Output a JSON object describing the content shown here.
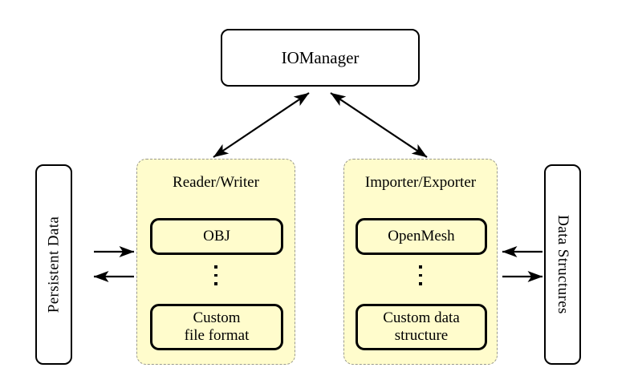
{
  "diagram": {
    "title_node": {
      "label": "IOManager"
    },
    "left_endpoint": {
      "label": "Persistent Data"
    },
    "right_endpoint": {
      "label": "Data Structures"
    },
    "groups": [
      {
        "title": "Reader/Writer",
        "modules": [
          {
            "label": "OBJ"
          },
          {
            "label": "Custom\nfile format"
          }
        ],
        "ellipsis": "⋮"
      },
      {
        "title": "Importer/Exporter",
        "modules": [
          {
            "label": "OpenMesh"
          },
          {
            "label": "Custom data\nstructure"
          }
        ],
        "ellipsis": "⋮"
      }
    ],
    "connections": [
      {
        "name": "iomanager-to-reader-writer",
        "from": "IOManager",
        "to": "Reader/Writer",
        "style": "double-headed-diagonal"
      },
      {
        "name": "iomanager-to-importer-exporter",
        "from": "IOManager",
        "to": "Importer/Exporter",
        "style": "double-headed-diagonal"
      },
      {
        "name": "persistent-data-to-reader-writer",
        "from": "Persistent Data",
        "to": "Reader/Writer",
        "style": "single-headed-right"
      },
      {
        "name": "reader-writer-to-persistent-data",
        "from": "Reader/Writer",
        "to": "Persistent Data",
        "style": "single-headed-left"
      },
      {
        "name": "data-structures-to-importer-exporter",
        "from": "Data Structures",
        "to": "Importer/Exporter",
        "style": "single-headed-left"
      },
      {
        "name": "importer-exporter-to-data-structures",
        "from": "Importer/Exporter",
        "to": "Data Structures",
        "style": "single-headed-right"
      }
    ],
    "colors": {
      "panel_fill": "#fffccc",
      "panel_border": "#9a9a8e",
      "node_border": "#000000",
      "node_fill": "#ffffff",
      "background": "#ffffff",
      "arrow": "#000000"
    }
  }
}
